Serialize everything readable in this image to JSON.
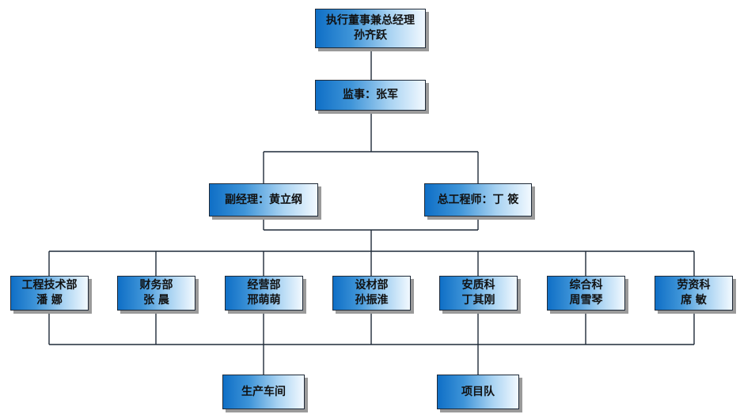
{
  "org": {
    "ceo": {
      "title": "执行董事兼总经理",
      "name": "孙齐跃"
    },
    "supervisor": {
      "label": "监事：张军"
    },
    "deputy_manager": {
      "label": "副经理：黄立纲"
    },
    "chief_engineer": {
      "label": "总工程师：丁 筱"
    },
    "departments": [
      {
        "dept": "工程技术部",
        "head": "潘 娜"
      },
      {
        "dept": "财务部",
        "head": "张 晨"
      },
      {
        "dept": "经营部",
        "head": "邢萌萌"
      },
      {
        "dept": "设材部",
        "head": "孙振淮"
      },
      {
        "dept": "安质科",
        "head": "丁其刚"
      },
      {
        "dept": "综合科",
        "head": "周雪琴"
      },
      {
        "dept": "劳资科",
        "head": "席 敏"
      }
    ],
    "units": [
      {
        "label": "生产车间"
      },
      {
        "label": "项目队"
      }
    ]
  },
  "colors": {
    "box_gradient_start": "#0f6fc6",
    "box_gradient_end": "#f2f9ff",
    "line": "#1f2a38"
  }
}
